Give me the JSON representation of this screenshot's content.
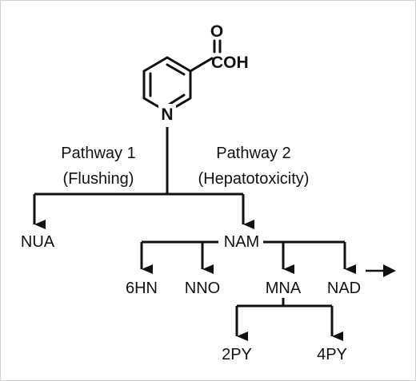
{
  "molecule": {
    "ring_atom": "N",
    "carbonyl_oxygen": "O",
    "acid_group": "COH"
  },
  "pathways": [
    {
      "name": "Pathway 1",
      "effect": "(Flushing)"
    },
    {
      "name": "Pathway 2",
      "effect": "(Hepatotoxicity)"
    }
  ],
  "metabolites": {
    "nua": "NUA",
    "nam": "NAM",
    "hn6": "6HN",
    "nno": "NNO",
    "mna": "MNA",
    "nad": "NAD",
    "py2": "2PY",
    "py4": "4PY"
  },
  "colors": {
    "ink": "#111111",
    "frame": "#cfcfcf"
  }
}
